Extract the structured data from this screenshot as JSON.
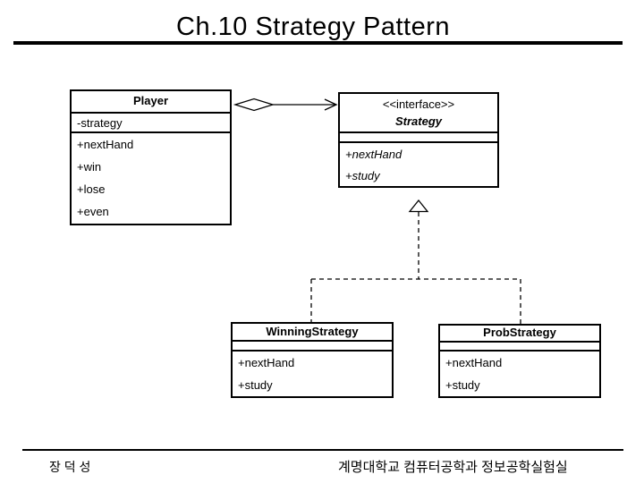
{
  "slide": {
    "title": "Ch.10 Strategy Pattern",
    "footer_left": "장 덕 성",
    "footer_right": "계명대학교 컴퓨터공학과 정보공학실험실"
  },
  "colors": {
    "background": "#ffffff",
    "line": "#000000",
    "text": "#000000"
  },
  "diagram": {
    "classes": [
      {
        "id": "player",
        "stereotype": "",
        "name": "Player",
        "attributes": [
          "-strategy"
        ],
        "methods": [
          "+nextHand",
          "+win",
          "+lose",
          "+even"
        ]
      },
      {
        "id": "strategy",
        "stereotype": "<<interface>>",
        "name": "Strategy",
        "attributes": [],
        "methods": [
          "+nextHand",
          "+study"
        ]
      },
      {
        "id": "winning-strategy",
        "stereotype": "",
        "name": "WinningStrategy",
        "attributes": [],
        "methods": [
          "+nextHand",
          "+study"
        ]
      },
      {
        "id": "prob-strategy",
        "stereotype": "",
        "name": "ProbStrategy",
        "attributes": [],
        "methods": [
          "+nextHand",
          "+study"
        ]
      }
    ],
    "relations": [
      {
        "type": "aggregation",
        "from": "Player",
        "to": "Strategy",
        "notation": "open diamond at Player end, open arrowhead at Strategy end, solid line"
      },
      {
        "type": "realization",
        "from": "WinningStrategy",
        "to": "Strategy",
        "notation": "dashed line, hollow triangle pointing at Strategy"
      },
      {
        "type": "realization",
        "from": "ProbStrategy",
        "to": "Strategy",
        "notation": "dashed line, hollow triangle pointing at Strategy"
      }
    ]
  }
}
